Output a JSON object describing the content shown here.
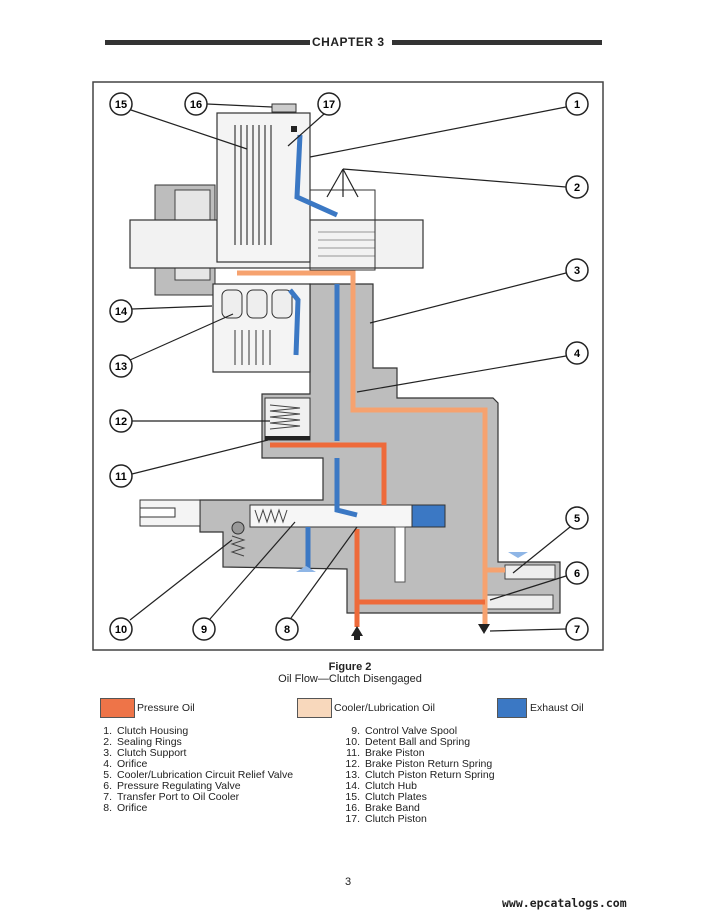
{
  "header": {
    "chapter": "CHAPTER 3"
  },
  "figure": {
    "title": "Figure 2",
    "subtitle": "Oil Flow—Clutch Disengaged",
    "callouts": [
      "1",
      "2",
      "3",
      "4",
      "5",
      "6",
      "7",
      "8",
      "9",
      "10",
      "11",
      "12",
      "13",
      "14",
      "15",
      "16",
      "17"
    ]
  },
  "legend": [
    {
      "label": "Pressure Oil",
      "color": "#ee7448"
    },
    {
      "label": "Cooler/Lubrication Oil",
      "color": "#f8d8bc"
    },
    {
      "label": "Exhaust Oil",
      "color": "#3b78c4"
    }
  ],
  "parts_left": [
    {
      "n": "1.",
      "label": "Clutch Housing"
    },
    {
      "n": "2.",
      "label": "Sealing Rings"
    },
    {
      "n": "3.",
      "label": "Clutch Support"
    },
    {
      "n": "4.",
      "label": "Orifice"
    },
    {
      "n": "5.",
      "label": "Cooler/Lubrication Circuit Relief Valve"
    },
    {
      "n": "6.",
      "label": "Pressure Regulating Valve"
    },
    {
      "n": "7.",
      "label": "Transfer Port to Oil Cooler"
    },
    {
      "n": "8.",
      "label": "Orifice"
    }
  ],
  "parts_right": [
    {
      "n": "9.",
      "label": "Control Valve Spool"
    },
    {
      "n": "10.",
      "label": "Detent Ball and Spring"
    },
    {
      "n": "11.",
      "label": "Brake Piston"
    },
    {
      "n": "12.",
      "label": "Brake Piston Return Spring"
    },
    {
      "n": "13.",
      "label": "Clutch Piston Return Spring"
    },
    {
      "n": "14.",
      "label": "Clutch Hub"
    },
    {
      "n": "15.",
      "label": "Clutch Plates"
    },
    {
      "n": "16.",
      "label": "Brake Band"
    },
    {
      "n": "17.",
      "label": "Clutch Piston"
    }
  ],
  "page_number": "3",
  "watermark": "www.epcatalogs.com"
}
